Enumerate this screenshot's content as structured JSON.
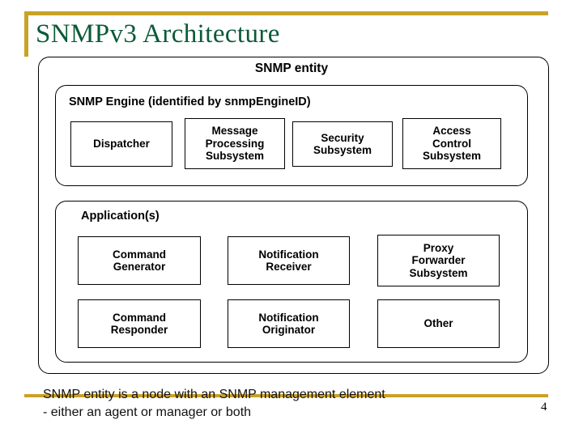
{
  "slide": {
    "title": "SNMPv3 Architecture",
    "page_number": "4",
    "accent_color": "#c9a227",
    "title_color": "#0b5a38",
    "footer_note": "SNMP entity is a node with an SNMP management  element\n- either an agent or manager or both"
  },
  "diagram": {
    "entity_label": "SNMP entity",
    "engine": {
      "label": "SNMP Engine (identified by snmpEngineID)",
      "cells": [
        {
          "name": "dispatcher",
          "text": "Dispatcher"
        },
        {
          "name": "message-processing-subsystem",
          "text": "Message\nProcessing\nSubsystem"
        },
        {
          "name": "security-subsystem",
          "text": "Security\nSubsystem"
        },
        {
          "name": "access-control-subsystem",
          "text": "Access\nControl\nSubsystem"
        }
      ]
    },
    "applications": {
      "label": "Application(s)",
      "rows": [
        [
          {
            "name": "command-generator",
            "text": "Command\nGenerator"
          },
          {
            "name": "notification-receiver",
            "text": "Notification\nReceiver"
          },
          {
            "name": "proxy-forwarder-subsystem",
            "text": "Proxy\nForwarder\nSubsystem"
          }
        ],
        [
          {
            "name": "command-responder",
            "text": "Command\nResponder"
          },
          {
            "name": "notification-originator",
            "text": "Notification\nOriginator"
          },
          {
            "name": "other",
            "text": "Other"
          }
        ]
      ]
    }
  }
}
